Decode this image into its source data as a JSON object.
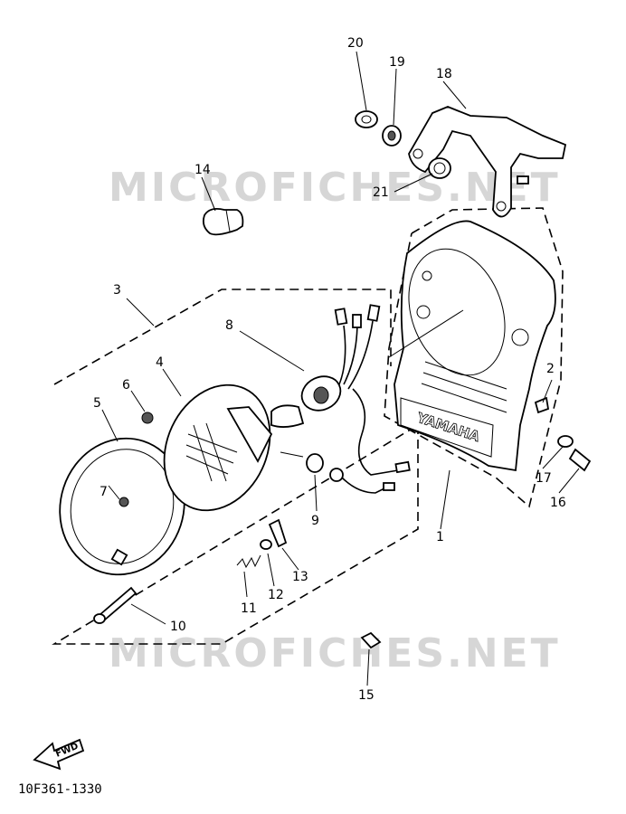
{
  "watermark": "MICROFICHES.NET",
  "diagram_code": "10F361-1330",
  "fwd_label": "FWD",
  "cowl_brand": "YAMAHA",
  "callouts": [
    "1",
    "2",
    "3",
    "4",
    "5",
    "6",
    "7",
    "8",
    "9",
    "10",
    "11",
    "12",
    "13",
    "14",
    "15",
    "16",
    "17",
    "18",
    "19",
    "20",
    "21"
  ]
}
